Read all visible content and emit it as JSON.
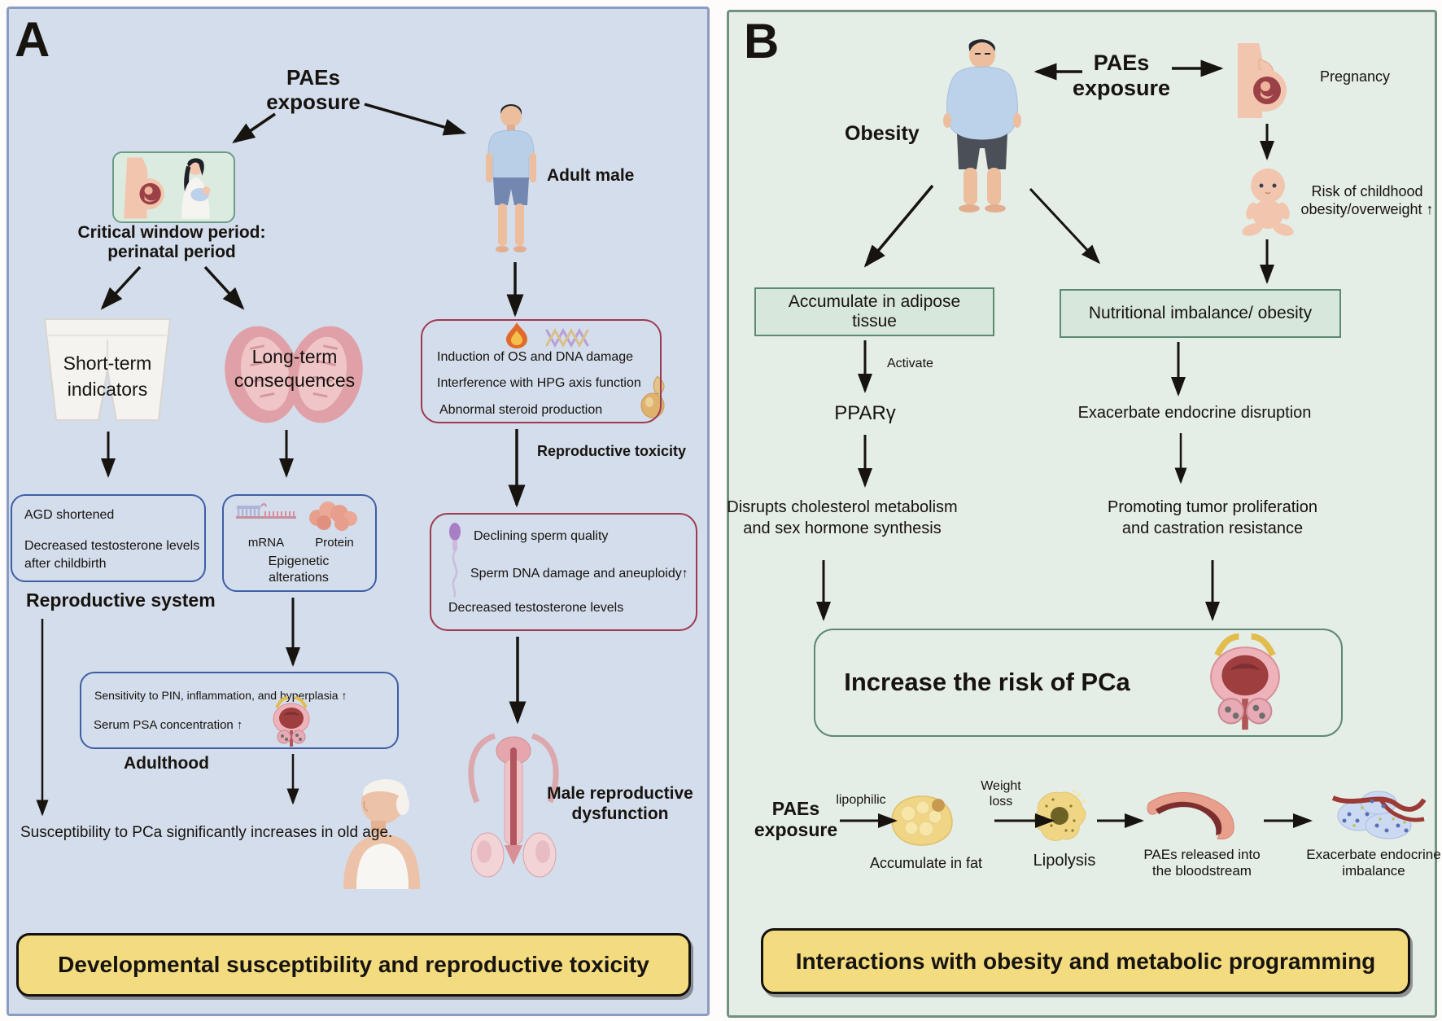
{
  "colors": {
    "panel_a_bg": "#d3ddeb",
    "panel_a_border": "#8a9cc0",
    "panel_b_bg": "#e4ede6",
    "panel_b_border": "#70927e",
    "red_border": "#9e3a50",
    "blue_border": "#3e5fa5",
    "mint_fill": "#d8e7db",
    "teal_border": "#5c8a72",
    "yellow_fill": "#f3dc80",
    "ink": "#17130f"
  },
  "panel_a": {
    "label": "A",
    "paes_title": [
      "PAEs",
      "exposure"
    ],
    "critical_window": [
      "Critical window period:",
      "perinatal period"
    ],
    "adult_male": "Adult male",
    "short_term": [
      "Short-term",
      "indicators"
    ],
    "long_term": [
      "Long-term",
      "consequences"
    ],
    "toxicity_box": [
      "Induction of OS and DNA damage",
      "Interference with HPG axis function",
      "Abnormal steroid production"
    ],
    "toxicity_caption": "Reproductive toxicity",
    "agd_box": [
      "AGD shortened",
      "Decreased testosterone levels",
      "after childbirth"
    ],
    "reproductive_system": "Reproductive system",
    "epigenetic_box": {
      "mrna": "mRNA",
      "protein": "Protein",
      "caption": [
        "Epigenetic",
        "alterations"
      ]
    },
    "pin_box": [
      "Sensitivity to PIN, inflammation, and hyperplasia ↑",
      "Serum PSA concentration ↑"
    ],
    "adulthood": "Adulthood",
    "sperm_box": [
      "Declining sperm quality",
      "Sperm DNA damage and aneuploidy↑",
      "Decreased testosterone levels"
    ],
    "male_dysfunction": [
      "Male reproductive",
      "dysfunction"
    ],
    "susceptibility": "Susceptibility to PCa significantly increases in old age.",
    "banner": "Developmental susceptibility and reproductive toxicity"
  },
  "panel_b": {
    "label": "B",
    "obesity": "Obesity",
    "paes_title": [
      "PAEs",
      "exposure"
    ],
    "pregnancy": "Pregnancy",
    "childhood_risk": [
      "Risk of childhood",
      "obesity/overweight ↑"
    ],
    "adipose_box": [
      "Accumulate in adipose",
      "tissue"
    ],
    "nutritional_box": "Nutritional imbalance/ obesity",
    "activate": "Activate",
    "ppar": "PPARγ",
    "disrupts": [
      "Disrupts cholesterol metabolism",
      "and sex hormone synthesis"
    ],
    "exacerbate": "Exacerbate endocrine disruption",
    "promoting": [
      "Promoting tumor proliferation",
      "and castration resistance"
    ],
    "pca_box": "Increase the risk of PCa",
    "flow": {
      "paes": [
        "PAEs",
        "exposure"
      ],
      "lipophilic": "lipophilic",
      "accumulate_fat": "Accumulate in fat",
      "weight_loss": [
        "Weight",
        "loss"
      ],
      "lipolysis": "Lipolysis",
      "released": [
        "PAEs released into",
        "the bloodstream"
      ],
      "imbalance": [
        "Exacerbate endocrine",
        "imbalance"
      ]
    },
    "banner": "Interactions with obesity and metabolic programming"
  }
}
